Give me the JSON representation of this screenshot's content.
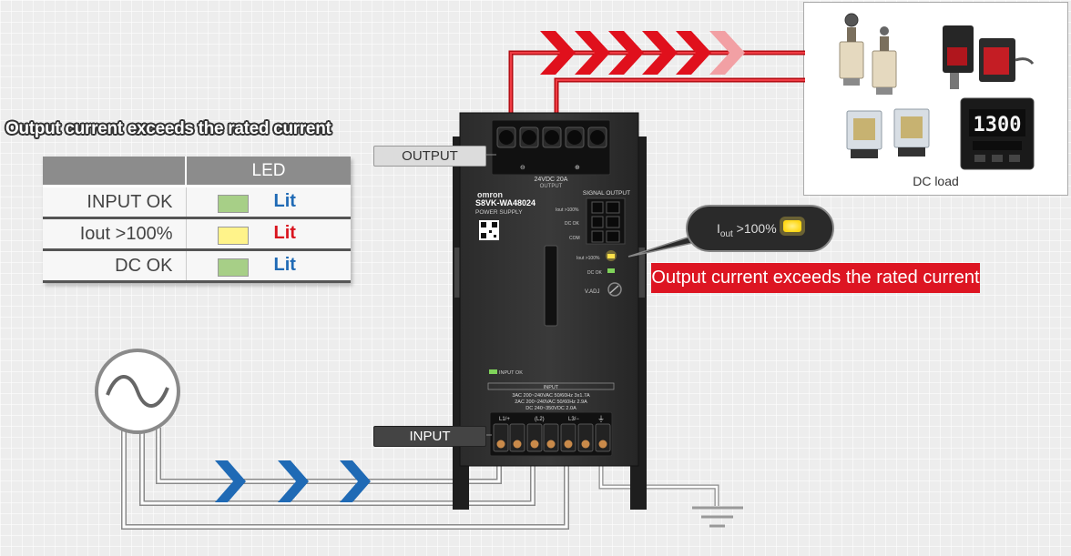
{
  "heading": "Output current exceeds the rated current",
  "table": {
    "header": "LED",
    "rows": [
      {
        "label": "INPUT OK",
        "state": "Lit",
        "led_color": "#a7cf87",
        "text_color": "#1f6ab5"
      },
      {
        "label": "Iout >100%",
        "state": "Lit",
        "led_color": "#fff38a",
        "text_color": "#d9141e"
      },
      {
        "label": "DC OK",
        "state": "Lit",
        "led_color": "#a7cf87",
        "text_color": "#1f6ab5"
      }
    ]
  },
  "tags": {
    "output": "OUTPUT",
    "input": "INPUT"
  },
  "callout": {
    "indicator_label_main": "I",
    "indicator_label_sub": "out",
    "indicator_label_rest": " >100%",
    "message": "Output current exceeds the rated current"
  },
  "dc_load": {
    "caption": "DC load",
    "display_value": "1300"
  },
  "device": {
    "brand": "omron",
    "model": "S8VK-WA48024",
    "subtitle": "POWER SUPPLY",
    "output_rating": "24VDC 20A",
    "output_label": "OUTPUT",
    "signal_output": "SIGNAL OUTPUT",
    "signal_iout": "Iout >100%",
    "signal_dcok": "DC OK",
    "signal_com": "COM",
    "led_iout": "Iout >100%",
    "led_dcok": "DC OK",
    "vadj": "V.ADJ",
    "led_inputok": "INPUT OK",
    "input_label": "INPUT",
    "spec1": "3AC 200~240VAC 50/60Hz 3x1.7A",
    "spec2": "2AC 200~240VAC 50/60Hz 2.9A",
    "spec3": "DC 240~350VDC 2.0A",
    "terminal_l1": "L1/+",
    "terminal_l2": "(L2)",
    "terminal_l3": "L3/−",
    "terminal_pe": "⏚"
  },
  "colors": {
    "output_flow": "#e0101c",
    "input_flow": "#1f6ab5",
    "wire_output": "#e0141e",
    "wire_input": "#ffffff",
    "led_yellow": "#ffe14a",
    "led_green": "#7fd35a"
  }
}
